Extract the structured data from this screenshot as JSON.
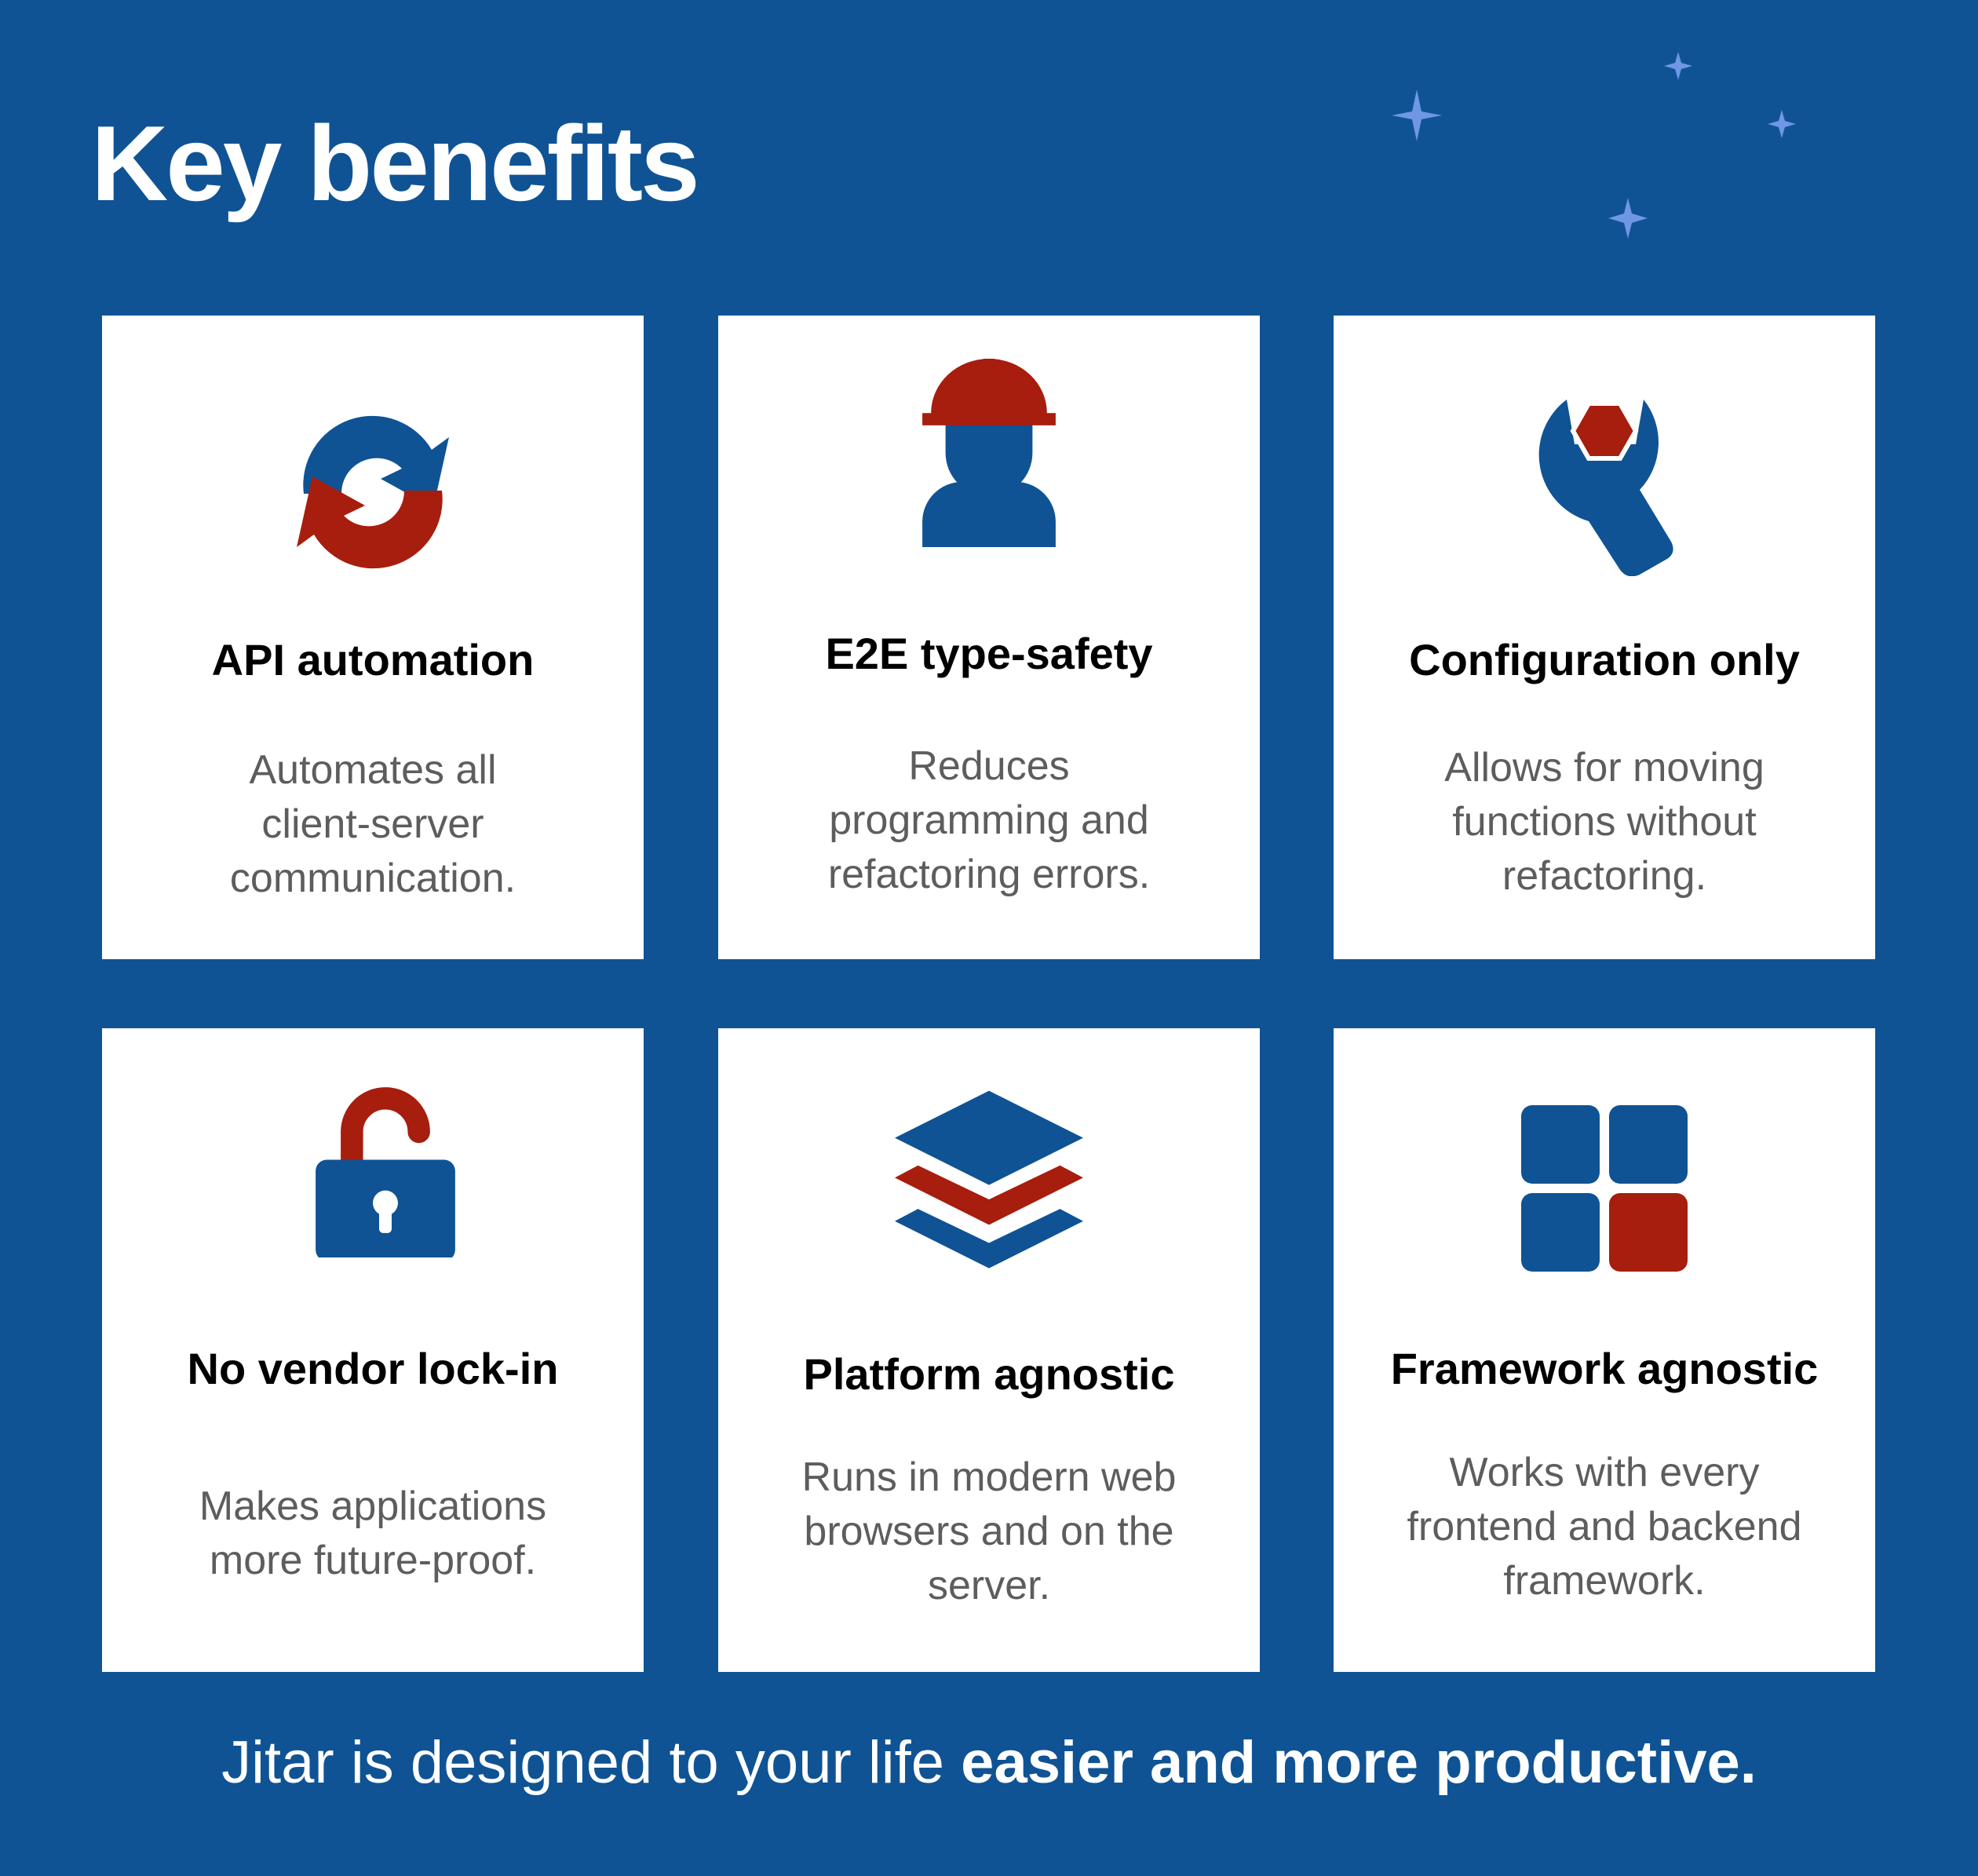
{
  "title": "Key benefits",
  "colors": {
    "background": "#0f5394",
    "accent_blue": "#0f5394",
    "accent_red": "#a71d0e",
    "sparkle": "#6f97e6"
  },
  "cards": [
    {
      "icon": "sync-arrows-icon",
      "title": "API automation",
      "description": "Automates all\nclient-server\ncommunication."
    },
    {
      "icon": "worker-hardhat-icon",
      "title": "E2E type-safety",
      "description": "Reduces\nprogramming and\nrefactoring errors."
    },
    {
      "icon": "wrench-icon",
      "title": "Configuration only",
      "description": "Allows for moving\nfunctions without\nrefactoring."
    },
    {
      "icon": "unlocked-padlock-icon",
      "title": "No vendor lock-in",
      "description": "Makes applications\nmore future-proof."
    },
    {
      "icon": "layers-icon",
      "title": "Platform agnostic",
      "description": "Runs in modern web\nbrowsers and on the\nserver."
    },
    {
      "icon": "grid-blocks-icon",
      "title": "Framework agnostic",
      "description": "Works with every\nfrontend and backend\nframework."
    }
  ],
  "footer": {
    "light_text": "Jitar is designed to your life ",
    "bold_text": "easier and more productive."
  }
}
